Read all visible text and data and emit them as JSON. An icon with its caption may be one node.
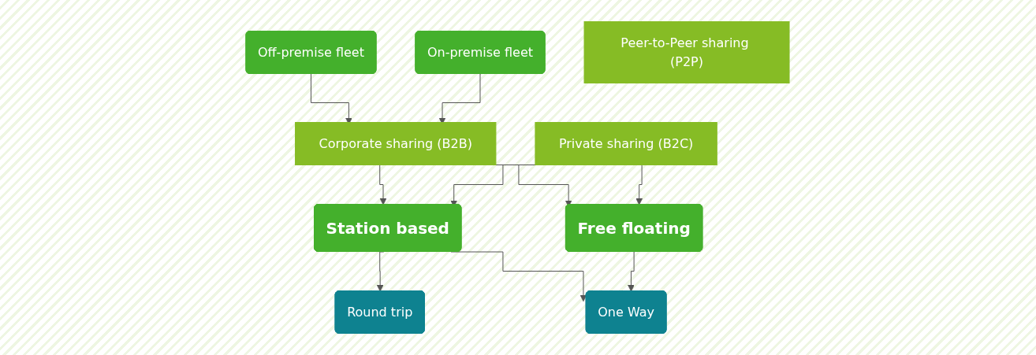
{
  "diagram": {
    "nodes": [
      {
        "text": [
          "Off-premise fleet"
        ]
      },
      {
        "text": [
          "On-premise fleet"
        ]
      },
      {
        "text": [
          "Corporate sharing (B2B)"
        ]
      },
      {
        "text": [
          "Private sharing (B2C)"
        ]
      },
      {
        "text": [
          "Peer-to-Peer sharing (P2P)"
        ]
      },
      {
        "text": [
          "Station based"
        ]
      },
      {
        "text": [
          "Free floating"
        ]
      },
      {
        "text": [
          "Round trip"
        ]
      },
      {
        "text": [
          "One Way"
        ]
      }
    ],
    "edges": [
      {
        "from": 0,
        "to": 2,
        "arrow": "to"
      },
      {
        "from": 1,
        "to": 2,
        "arrow": "to"
      },
      {
        "from": 2,
        "to": 5,
        "arrow": "to"
      },
      {
        "from": 2,
        "to": 6,
        "arrow": "to"
      },
      {
        "from": 3,
        "to": 5,
        "arrow": "to"
      },
      {
        "from": 3,
        "to": 6,
        "arrow": "to"
      },
      {
        "from": 5,
        "to": 7,
        "arrow": "to"
      },
      {
        "from": 5,
        "to": 8,
        "arrow": "to"
      },
      {
        "from": 6,
        "to": 8,
        "arrow": "to"
      }
    ]
  }
}
